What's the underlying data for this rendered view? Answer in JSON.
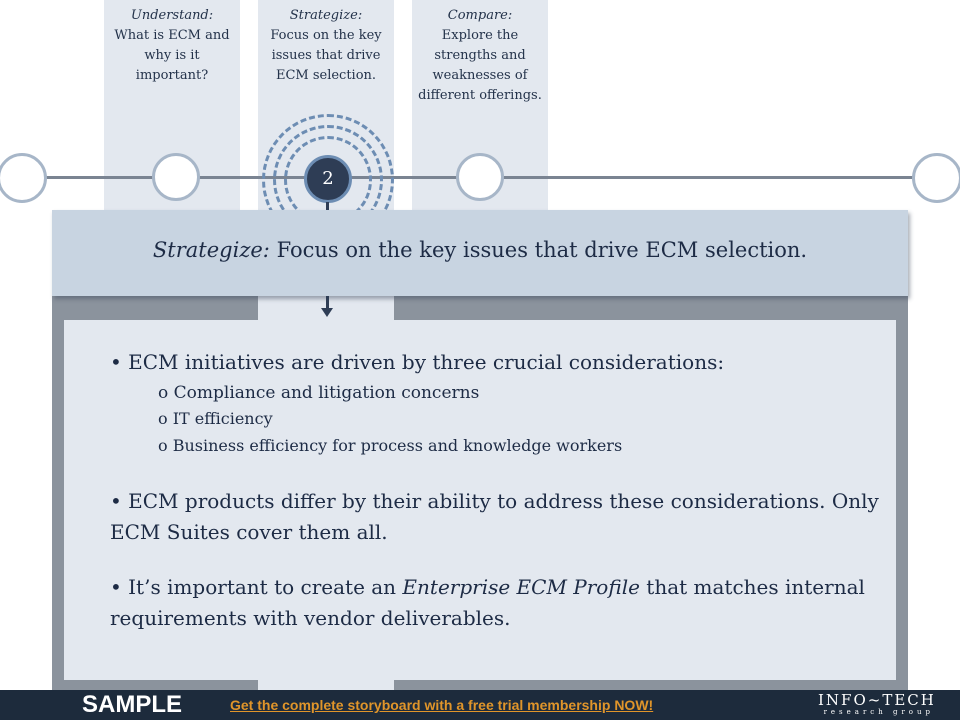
{
  "columns": [
    {
      "heading": "Understand:",
      "text": "What is ECM and why is it important?"
    },
    {
      "heading": "Strategize:",
      "text": "Focus on the key issues that drive ECM selection."
    },
    {
      "heading": "Compare:",
      "text": "Explore the strengths and weaknesses of different offerings."
    }
  ],
  "timeline": {
    "active_step": "2"
  },
  "banner": {
    "label": "Strategize:",
    "text": " Focus on the key issues that drive ECM selection."
  },
  "content": {
    "bullet1": "• ECM initiatives are driven by three crucial considerations:",
    "sub_items": [
      "o Compliance and litigation concerns",
      "o IT efficiency",
      "o Business efficiency for process and knowledge workers"
    ],
    "bullet2": "• ECM products differ by their ability to address these considerations. Only ECM Suites cover them all.",
    "bullet3_prefix": "• It’s important to create an ",
    "bullet3_em": "Enterprise ECM Profile",
    "bullet3_suffix": " that matches internal requirements with vendor deliverables."
  },
  "footer": {
    "sample": "SAMPLE",
    "link": "Get the complete storyboard with a free trial membership NOW!",
    "logo_main": "INFO~TECH",
    "logo_sub": "research group"
  },
  "colors": {
    "navy": "#1d2b3c",
    "accent_link": "#e0952a",
    "panel_light": "#e3e8ef",
    "banner": "#c8d4e1",
    "ring": "#6d8db3"
  }
}
